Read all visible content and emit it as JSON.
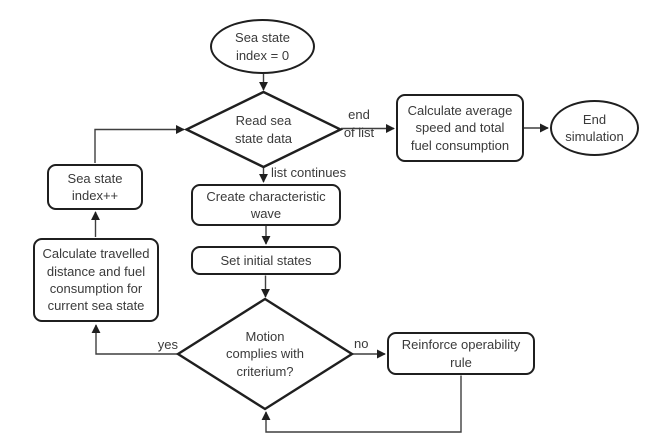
{
  "diagram": {
    "type": "flowchart",
    "background": "#ffffff",
    "colors": {
      "shape_border": "#1f1f1f",
      "connector": "#3f3f3f",
      "text": "#3a3a3a",
      "shape_fill": "#ffffff"
    },
    "nodes": {
      "start": {
        "type": "terminator",
        "label": "Sea state\nindex = 0"
      },
      "read_data": {
        "type": "decision",
        "label": "Read sea\nstate data"
      },
      "calc_avg": {
        "type": "process",
        "label": "Calculate average\nspeed and total\nfuel consumption"
      },
      "end": {
        "type": "terminator",
        "label": "End\nsimulation"
      },
      "create_wave": {
        "type": "process",
        "label": "Create characteristic\nwave"
      },
      "set_initial": {
        "type": "process",
        "label": "Set initial states"
      },
      "motion_check": {
        "type": "decision",
        "label": "Motion\ncomplies with\ncriterium?"
      },
      "reinforce": {
        "type": "process",
        "label": "Reinforce operability\nrule"
      },
      "calc_travel": {
        "type": "process",
        "label": "Calculate travelled\ndistance and fuel\nconsumption for\ncurrent sea state"
      },
      "index_inc": {
        "type": "process",
        "label": "Sea state\nindex++"
      }
    },
    "edge_labels": {
      "end_of_list": "end\nof list",
      "list_continues": "list continues",
      "yes": "yes",
      "no": "no"
    },
    "edges": [
      {
        "from": "start",
        "to": "read_data"
      },
      {
        "from": "read_data",
        "to": "calc_avg",
        "label": "end of list"
      },
      {
        "from": "calc_avg",
        "to": "end"
      },
      {
        "from": "read_data",
        "to": "create_wave",
        "label": "list continues"
      },
      {
        "from": "create_wave",
        "to": "set_initial"
      },
      {
        "from": "set_initial",
        "to": "motion_check"
      },
      {
        "from": "motion_check",
        "to": "reinforce",
        "label": "no"
      },
      {
        "from": "reinforce",
        "to": "motion_check"
      },
      {
        "from": "motion_check",
        "to": "calc_travel",
        "label": "yes"
      },
      {
        "from": "calc_travel",
        "to": "index_inc"
      },
      {
        "from": "index_inc",
        "to": "read_data"
      }
    ]
  }
}
